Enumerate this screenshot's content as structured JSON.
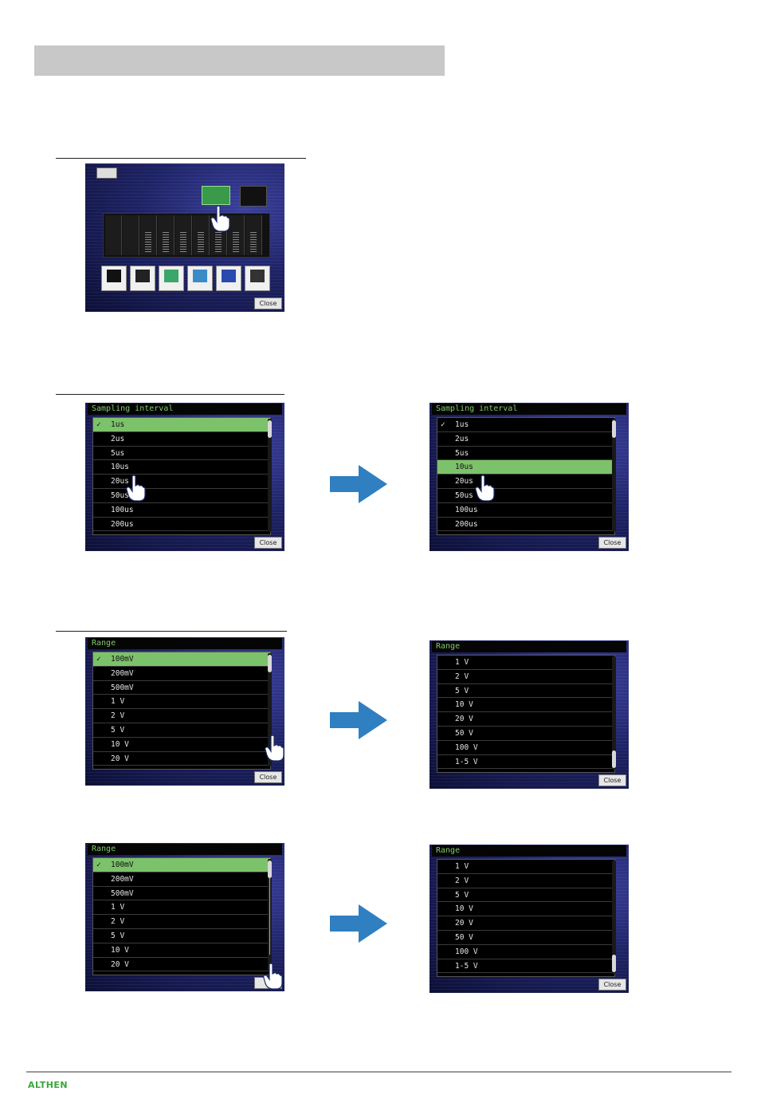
{
  "page": {
    "title": ""
  },
  "launcher": {
    "close_label": "Close"
  },
  "sampling_left": {
    "title": "Sampling interval",
    "items": [
      "1us",
      "2us",
      "5us",
      "10us",
      "20us",
      "50us",
      "100us",
      "200us"
    ],
    "selected_index": 0,
    "check_mark": "✓",
    "close_label": "Close"
  },
  "sampling_right": {
    "title": "Sampling interval",
    "items": [
      "1us",
      "2us",
      "5us",
      "10us",
      "20us",
      "50us",
      "100us",
      "200us"
    ],
    "checked_index": 0,
    "selected_index": 3,
    "check_mark": "✓",
    "close_label": "Close"
  },
  "range_a_left": {
    "title": "Range",
    "items": [
      "100mV",
      "200mV",
      "500mV",
      "1 V",
      "2 V",
      "5 V",
      "10 V",
      "20 V"
    ],
    "selected_index": 0,
    "check_mark": "✓",
    "close_label": "Close"
  },
  "range_a_right": {
    "title": "Range",
    "items": [
      "1 V",
      "2 V",
      "5 V",
      "10 V",
      "20 V",
      "50 V",
      "100 V",
      "1-5 V"
    ],
    "close_label": "Close"
  },
  "range_b_left": {
    "title": "Range",
    "items": [
      "100mV",
      "200mV",
      "500mV",
      "1 V",
      "2 V",
      "5 V",
      "10 V",
      "20 V"
    ],
    "selected_index": 0,
    "check_mark": "✓",
    "close_label": "Cl"
  },
  "range_b_right": {
    "title": "Range",
    "items": [
      "1 V",
      "2 V",
      "5 V",
      "10 V",
      "20 V",
      "50 V",
      "100 V",
      "1-5 V"
    ],
    "close_label": "Close"
  },
  "footer": {
    "logo_text": "ALTHEN"
  },
  "colors": {
    "selection": "#7cc26a",
    "arrow": "#2f7fc1",
    "header_text": "#7fcc6a"
  }
}
